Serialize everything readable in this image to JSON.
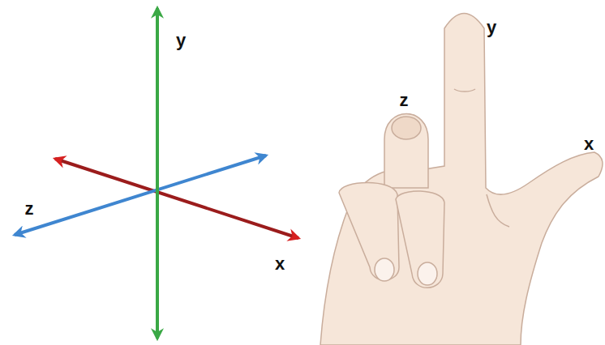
{
  "diagram": {
    "labels": [
      "y",
      "y",
      "z",
      "x",
      "z",
      "x"
    ]
  }
}
